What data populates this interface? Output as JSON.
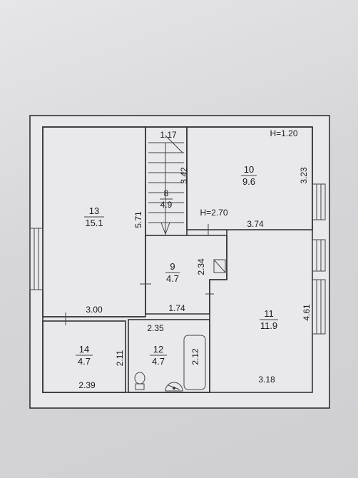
{
  "rooms": [
    {
      "number": "13",
      "area": "15.1"
    },
    {
      "number": "8",
      "area": "4.9"
    },
    {
      "number": "10",
      "area": "9.6"
    },
    {
      "number": "9",
      "area": "4.7"
    },
    {
      "number": "11",
      "area": "11.9"
    },
    {
      "number": "14",
      "area": "4.7"
    },
    {
      "number": "12",
      "area": "4.7"
    }
  ],
  "dimensions": {
    "d_1_17": "1.17",
    "d_3_42": "3.42",
    "d_5_71": "5.71",
    "d_3_23": "3.23",
    "d_3_74": "3.74",
    "d_2_34": "2.34",
    "d_3_00": "3.00",
    "d_1_74": "1.74",
    "d_2_35": "2.35",
    "d_4_61": "4.61",
    "d_2_11": "2.11",
    "d_2_12": "2.12",
    "d_2_39": "2.39",
    "d_3_18": "3.18"
  },
  "heights": {
    "h_1_20": "H=1.20",
    "h_2_70": "H=2.70"
  }
}
